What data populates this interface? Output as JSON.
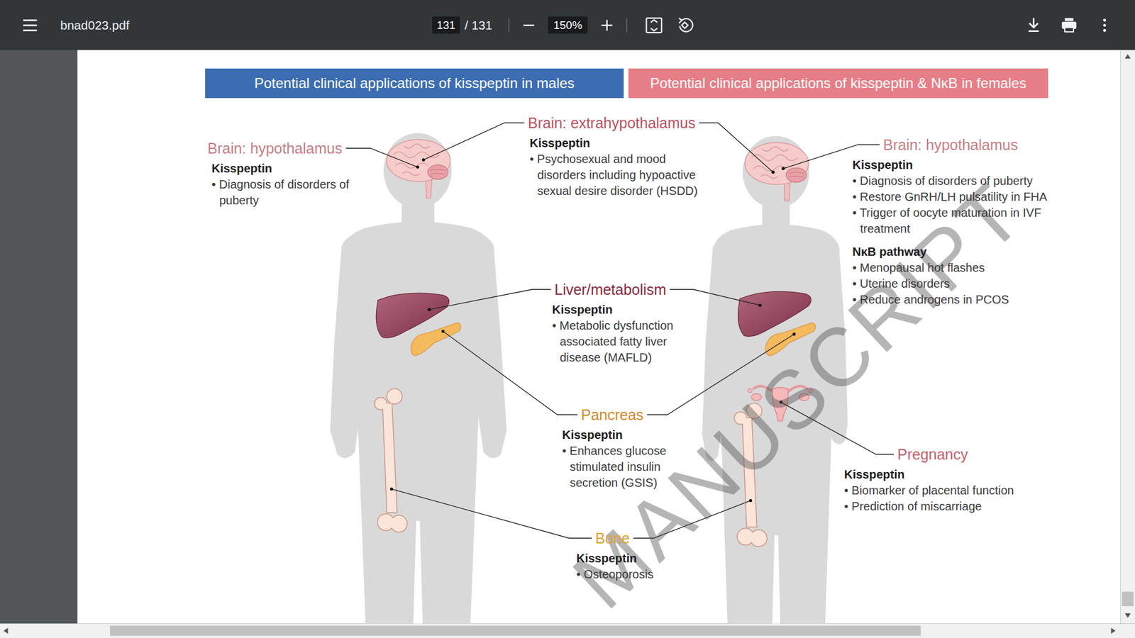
{
  "diagram": {
    "nodes": [
      {
        "text": [
          "131"
        ]
      },
      {
        "text": [
          "150%"
        ]
      },
      {
        "text": [
          "Potential clinical applications of kisspeptin in males"
        ]
      },
      {
        "text": [
          "Potential clinical applications of kisspeptin & NκB in females"
        ]
      }
    ],
    "labels": [
      "bnad023.pdf",
      "/ 131",
      "Brain: hypothalamus",
      "Kisspeptin",
      "• Diagnosis of disorders of puberty",
      "Brain: extrahypothalamus",
      "Kisspeptin",
      "• Psychosexual and mood disorders including hypoactive sexual desire disorder (HSDD)",
      "Brain: hypothalamus",
      "Kisspeptin",
      "• Diagnosis of disorders of puberty",
      "• Restore GnRH/LH pulsatility in FHA",
      "• Trigger of oocyte maturation in IVF treatment",
      "NκB pathway",
      "• Menopausal hot flashes",
      "• Uterine disorders",
      "• Reduce androgens in PCOS",
      "Liver/metabolism",
      "Kisspeptin",
      "• Metabolic dysfunction associated fatty liver disease (MAFLD)",
      "Pancreas",
      "Kisspeptin",
      "• Enhances glucose stimulated insulin secretion (GSIS)",
      "Pregnancy",
      "Kisspeptin",
      "• Biomarker of placental function",
      "• Prediction of miscarriage",
      "Bone",
      "Kisspeptin",
      "• Osteoporosis",
      "MANUSCRIPT"
    ]
  }
}
